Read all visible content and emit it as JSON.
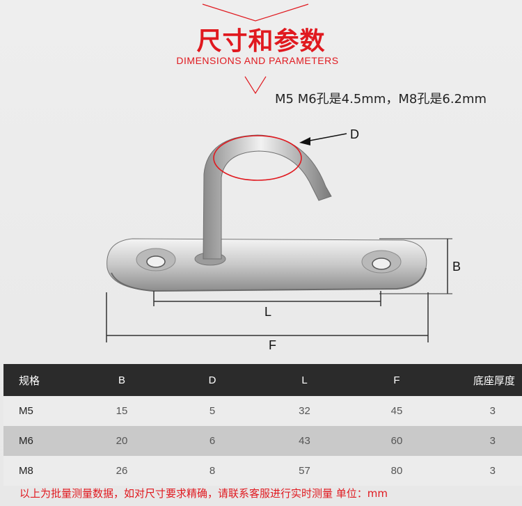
{
  "header": {
    "title_cn": "尺寸和参数",
    "title_en": "DIMENSIONS AND PARAMETERS",
    "accent_color": "#e0191f"
  },
  "note": "M5 M6孔是4.5mm，M8孔是6.2mm",
  "dimension_labels": {
    "d": "D",
    "b": "B",
    "l": "L",
    "f": "F"
  },
  "table": {
    "headers": [
      "规格",
      "B",
      "D",
      "L",
      "F",
      "底座厚度"
    ],
    "rows": [
      [
        "M5",
        "15",
        "5",
        "32",
        "45",
        "3"
      ],
      [
        "M6",
        "20",
        "6",
        "43",
        "60",
        "3"
      ],
      [
        "M8",
        "26",
        "8",
        "57",
        "80",
        "3"
      ]
    ]
  },
  "footer": "以上为批量测量数据，如对尺寸要求精确，请联系客服进行实时测量 单位：mm"
}
